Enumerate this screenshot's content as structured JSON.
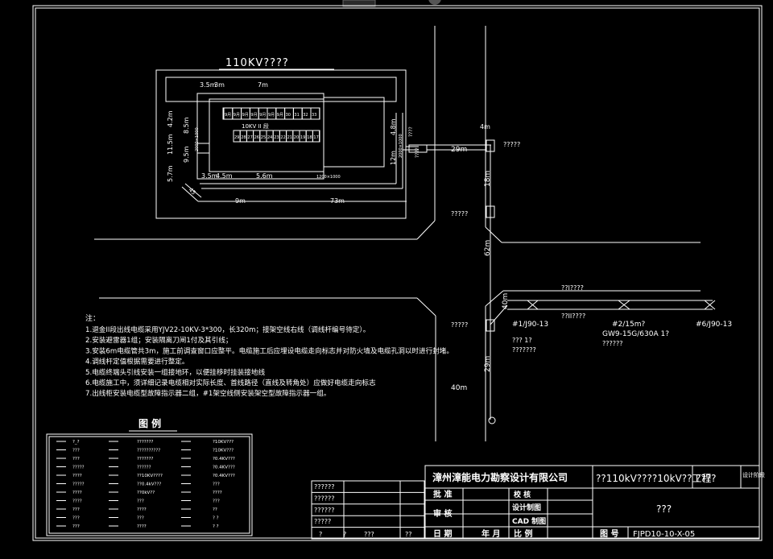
{
  "title": "110KV????",
  "substation": {
    "dims": {
      "d_3_5m_a": "3.5m",
      "d_3m": "3m",
      "d_7m": "7m",
      "d_4_2m": "4.2m",
      "d_8_5m": "8.5m",
      "d_11_5m": "11.5m",
      "d_9_5m": "9.5m",
      "d_5_7m": "5.7m",
      "d_3_5m_b": "3.5m",
      "d_4_5m": "4.5m",
      "d_5_6m": "5.6m",
      "d_4_8m": "4.8m",
      "d_12m": "12m",
      "d_9m": "9m",
      "d_73m": "73m",
      "d_45": "45"
    },
    "bus_label": "10KV II 段",
    "cabinets_top": [
      "9月",
      "9月",
      "9月",
      "9月",
      "9月",
      "9月",
      "9月",
      "30",
      "31",
      "32",
      "33"
    ],
    "cabinets_bottom": [
      "29",
      "28",
      "27",
      "26",
      "25",
      "24",
      "23",
      "22",
      "21",
      "20",
      "19",
      "18",
      "17"
    ],
    "door_label": "1200×1000",
    "side_label": "2000×1000",
    "wall_q": "????",
    "wall_q2": "????"
  },
  "line": {
    "d_29m_top": "29m",
    "d_18m": "18m",
    "d_62m": "62m",
    "d_40m": "40m",
    "d_29m_bot": "29m",
    "d_40m_bot": "40m",
    "d_4m": "4m",
    "q_node_top": "?????",
    "q_node_mid": "?????",
    "q_left_low": "?????",
    "pole_1": "#1/J90-13",
    "pole_2": "#2/15m?",
    "pole_6": "#6/J90-13",
    "sw": "GW9-15G/630A 1?",
    "sw_q": "??????",
    "line_top": "??I????",
    "line_bot": "??II????",
    "q_a": "??? 1?",
    "q_b": "???????"
  },
  "notes": {
    "head": "注：",
    "items": [
      "1.退金II段出线电缆采用YJV22-10KV-3*300，长320m；接架空线右线（调线杆编号待定）。",
      "2.安装避雷器1组；安装隔离刀闸1付及其引线；",
      "3.安装6m电缆管共3m，施工前调查窗口应整平。电缆施工后应埋设电缆走向标志并对防火墙及电缆孔洞以时进行封堵。",
      "4.调线杆定值根据需要进行整定。",
      "5.电缆终端头引线安装一组接地环，以便挂移时挂装接地线",
      "6.电缆施工中，须详细记录电缆相对实际长度、首线路径（直线及转角处）应做好电缆走向标志",
      "7.出线柜安装电缆型故障指示器二组，#1架空线侧安装架空型故障指示器一组。"
    ]
  },
  "legend": {
    "title": "图 例",
    "col1": [
      "?_?",
      "???",
      "???",
      "?????",
      "????",
      "?????",
      "????",
      "????",
      "???",
      "???",
      "???"
    ],
    "col2": [
      "???????",
      "??????????",
      "???????",
      "??????",
      "??10KV????",
      "??0.4kV???",
      "??0kV??",
      "???",
      "????",
      "???",
      "????"
    ],
    "col3": [
      "?10KV???",
      "?10KV???",
      "?0.4KV???",
      "?0.4KV???",
      "?0.4KV???",
      "???",
      "????",
      "???",
      "??",
      "? ?",
      "? ?"
    ]
  },
  "revisions": [
    "??????",
    "??????",
    "??????",
    "?????"
  ],
  "rev_bottom": [
    "?",
    "?",
    "???",
    "??"
  ],
  "titleblock": {
    "company": "漳州漳能电力勘察设计有限公司",
    "project": "??110kV????10kV??工程",
    "project_q": "????",
    "stage": "设计阶段",
    "approve": "批 准",
    "check": "校 核",
    "review": "审 核",
    "design": "设计制图",
    "cad": "CAD 制图",
    "date": "日 期",
    "year_month": "年 月",
    "scale": "比 例",
    "drawing_title": "???",
    "drawing_no_label": "图 号",
    "drawing_no": "FJPD10-10-X-05"
  }
}
